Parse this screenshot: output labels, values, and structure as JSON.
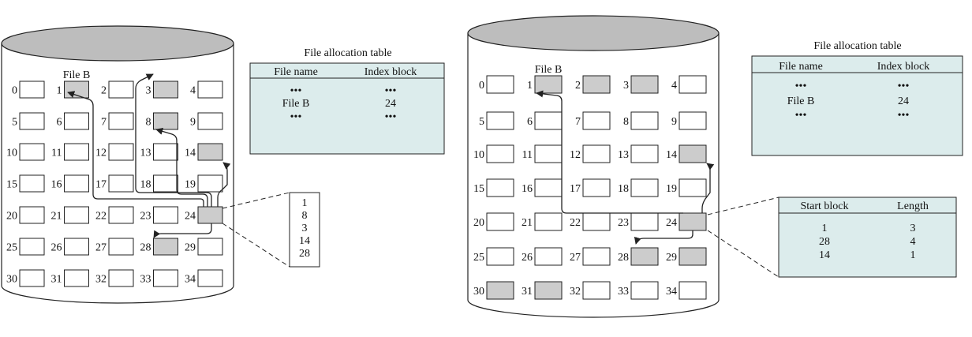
{
  "colors": {
    "disk_top": "#bdbdbd",
    "block_used": "#cccccc",
    "block_free": "#ffffff",
    "table_fill": "#dcecec",
    "stroke": "#222222"
  },
  "left": {
    "file_label": "File B",
    "used_blocks": [
      1,
      3,
      8,
      14,
      24,
      28
    ],
    "fat_title": "File allocation table",
    "fat_headers": [
      "File name",
      "Index block"
    ],
    "fat_rows": [
      [
        "•••",
        "•••"
      ],
      [
        "File B",
        "24"
      ],
      [
        "•••",
        "•••"
      ]
    ],
    "index_block_entries": [
      "1",
      "8",
      "3",
      "14",
      "28"
    ]
  },
  "right": {
    "file_label": "File B",
    "used_blocks": [
      1,
      2,
      3,
      14,
      24,
      28,
      29,
      30,
      31
    ],
    "fat_title": "File allocation table",
    "fat_headers": [
      "File name",
      "Index block"
    ],
    "fat_rows": [
      [
        "•••",
        "•••"
      ],
      [
        "File B",
        "24"
      ],
      [
        "•••",
        "•••"
      ]
    ],
    "extent_headers": [
      "Start block",
      "Length"
    ],
    "extent_rows": [
      [
        "1",
        "3"
      ],
      [
        "28",
        "4"
      ],
      [
        "14",
        "1"
      ]
    ]
  }
}
